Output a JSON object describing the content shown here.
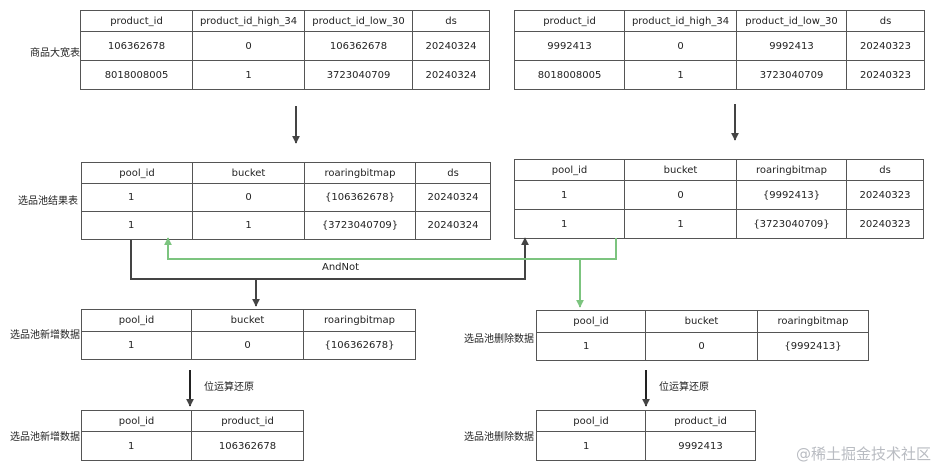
{
  "labels": {
    "wide_table": "商品大宽表",
    "pool_result": "选品池结果表",
    "pool_add_1": "选品池新增数据",
    "pool_delete_1": "选品池删除数据",
    "pool_add_2": "选品池新增数据",
    "pool_delete_2": "选品池删除数据",
    "andnot": "AndNot",
    "bitop_left": "位运算还原",
    "bitop_right": "位运算还原"
  },
  "tables": {
    "wide_left": {
      "headers": [
        "product_id",
        "product_id_high_34",
        "product_id_low_30",
        "ds"
      ],
      "rows": [
        [
          "106362678",
          "0",
          "106362678",
          "20240324"
        ],
        [
          "8018008005",
          "1",
          "3723040709",
          "20240324"
        ]
      ]
    },
    "wide_right": {
      "headers": [
        "product_id",
        "product_id_high_34",
        "product_id_low_30",
        "ds"
      ],
      "rows": [
        [
          "9992413",
          "0",
          "9992413",
          "20240323"
        ],
        [
          "8018008005",
          "1",
          "3723040709",
          "20240323"
        ]
      ]
    },
    "pool_left": {
      "headers": [
        "pool_id",
        "bucket",
        "roaringbitmap",
        "ds"
      ],
      "rows": [
        [
          "1",
          "0",
          "{106362678}",
          "20240324"
        ],
        [
          "1",
          "1",
          "{3723040709}",
          "20240324"
        ]
      ]
    },
    "pool_right": {
      "headers": [
        "pool_id",
        "bucket",
        "roaringbitmap",
        "ds"
      ],
      "rows": [
        [
          "1",
          "0",
          "{9992413}",
          "20240323"
        ],
        [
          "1",
          "1",
          "{3723040709}",
          "20240323"
        ]
      ]
    },
    "add_bitmap": {
      "headers": [
        "pool_id",
        "bucket",
        "roaringbitmap"
      ],
      "rows": [
        [
          "1",
          "0",
          "{106362678}"
        ]
      ]
    },
    "delete_bitmap": {
      "headers": [
        "pool_id",
        "bucket",
        "roaringbitmap"
      ],
      "rows": [
        [
          "1",
          "0",
          "{9992413}"
        ]
      ]
    },
    "add_result": {
      "headers": [
        "pool_id",
        "product_id"
      ],
      "rows": [
        [
          "1",
          "106362678"
        ]
      ]
    },
    "delete_result": {
      "headers": [
        "pool_id",
        "product_id"
      ],
      "rows": [
        [
          "1",
          "9992413"
        ]
      ]
    }
  },
  "colors": {
    "dark_arrow": "#444444",
    "green_arrow": "#7cc47f",
    "border": "#555555"
  },
  "watermark": "@稀土掘金技术社区"
}
